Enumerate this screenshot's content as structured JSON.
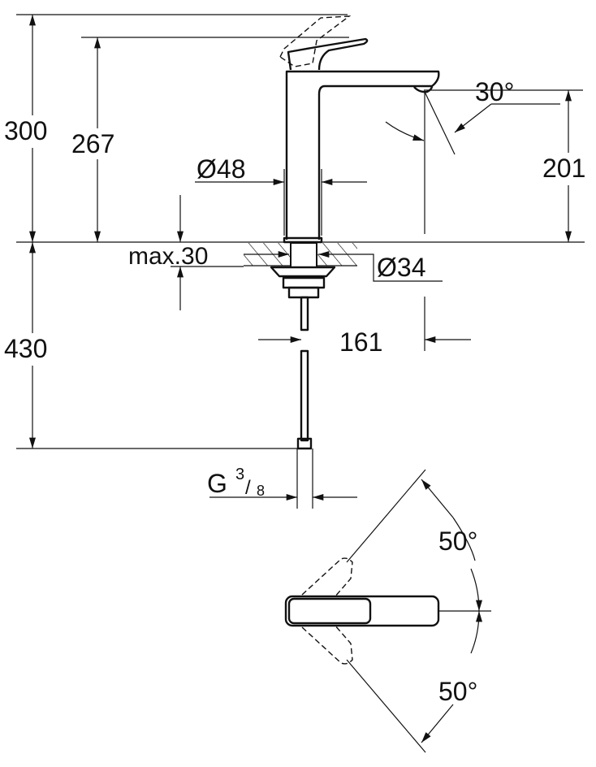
{
  "dimensions": {
    "total_height": "300",
    "spout_height_to_lever": "267",
    "body_diameter": "Ø48",
    "max_counter_thickness": "max.30",
    "hole_diameter": "Ø34",
    "spout_outlet_height": "201",
    "spray_angle": "30°",
    "spout_reach": "161",
    "hose_length": "430",
    "connection_thread_letter": "G",
    "connection_thread_numerator": "3",
    "connection_thread_denominator": "8",
    "lever_angle_left": "50°",
    "lever_angle_right": "50°"
  }
}
